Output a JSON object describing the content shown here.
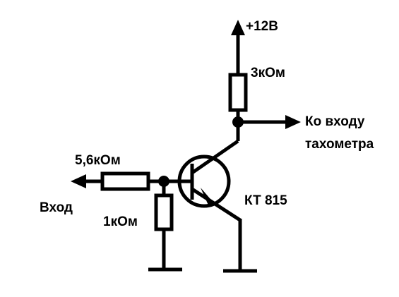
{
  "labels": {
    "supply": "+12В",
    "r_collector": "3кОм",
    "output_line1": "Ко входу",
    "output_line2": "тахометра",
    "r_base": "5,6кОм",
    "input": "Вход",
    "r_pulldown": "1кОм",
    "transistor": "КТ 815"
  },
  "colors": {
    "stroke": "#000000",
    "background": "#ffffff"
  }
}
